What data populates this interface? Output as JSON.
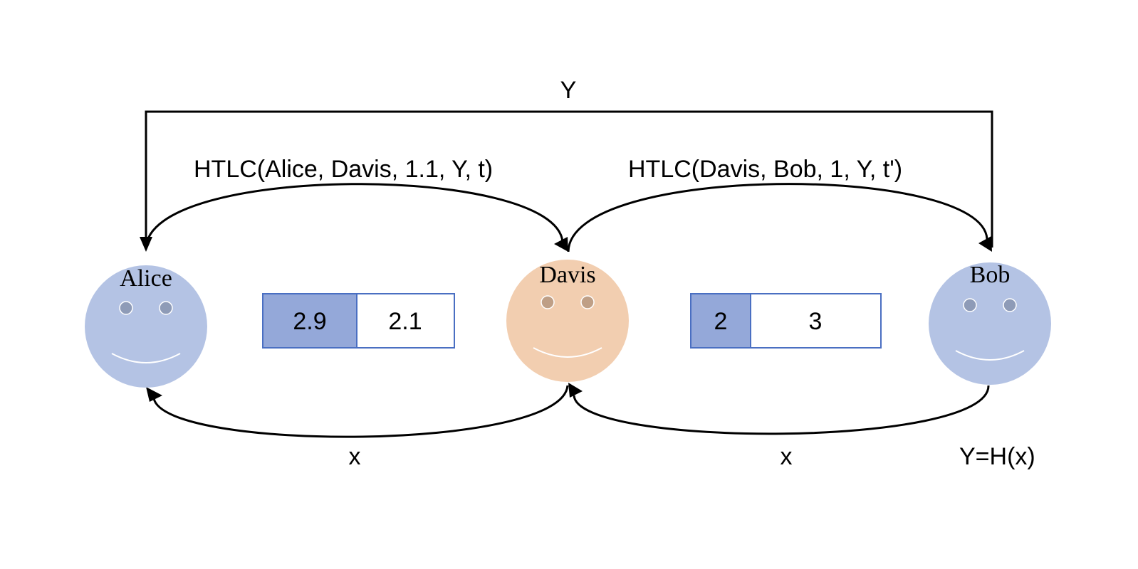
{
  "top_edge": {
    "label": "Y"
  },
  "htlc_edges": [
    {
      "label": "HTLC(Alice, Davis, 1.1, Y, t)"
    },
    {
      "label": "HTLC(Davis, Bob, 1, Y, t')"
    }
  ],
  "return_edges": [
    {
      "label": "x"
    },
    {
      "label": "x"
    }
  ],
  "hash_relation": "Y=H(x)",
  "nodes": [
    {
      "name": "Alice",
      "face_color": "#b4c3e4",
      "eye_color": "#8e9bb7"
    },
    {
      "name": "Davis",
      "face_color": "#f2ceb0",
      "eye_color": "#bf9f86"
    },
    {
      "name": "Bob",
      "face_color": "#b4c3e4",
      "eye_color": "#8e9bb7"
    }
  ],
  "channels": [
    {
      "left": "2.9",
      "right": "2.1"
    },
    {
      "left": "2",
      "right": "3"
    }
  ],
  "colors": {
    "balance_fill": "#94a8d9",
    "channel_border": "#4a6fc2",
    "smile": "#ffffff"
  }
}
